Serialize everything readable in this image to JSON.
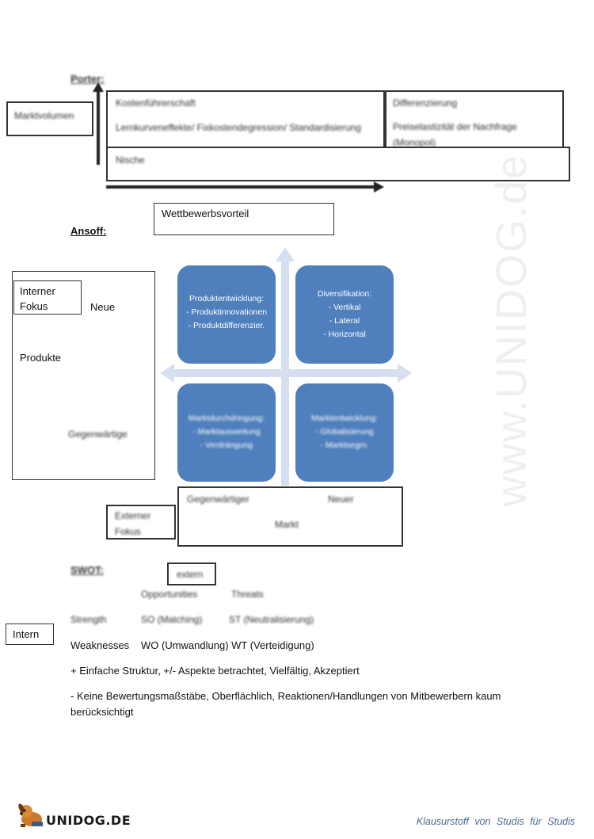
{
  "porter": {
    "heading": "Porter:",
    "marktvolumen": "Marktvolumen",
    "kostenfuehrerschaft": "Kostenführerschaft",
    "kosten_details": "Lernkurveneffekte/ Fixkostendegression/ Standardisierung",
    "differenzierung": "Differenzierung",
    "preiselastizitaet_1": "Preiselastizität der Nachfrage",
    "preiselastizitaet_2": "(Monopol)",
    "nische": "Nische",
    "wettbewerbsvorteil": "Wettbewerbsvorteil"
  },
  "ansoff": {
    "heading": "Ansoff:",
    "interner_1": "Interner",
    "interner_2": "Fokus",
    "neue": "Neue",
    "produkte": "Produkte",
    "gegenwaertige": "Gegenwärtige",
    "tiles": [
      {
        "title": "Produktentwicklung:",
        "l1": "- Produktinnovationen",
        "l2": "- Produktdifferenzier.",
        "l3": ""
      },
      {
        "title": "Diversifikation:",
        "l1": "- Vertikal",
        "l2": "- Lateral",
        "l3": "- Horizontal"
      },
      {
        "title": "Marktdurchdringung:",
        "l1": "- Marktausweitung",
        "l2": "- Verdrängung",
        "l3": ""
      },
      {
        "title": "Marktentwicklung:",
        "l1": "- Globalisierung",
        "l2": "- Marktsegm.",
        "l3": ""
      }
    ],
    "markt_gegenwaertiger": "Gegenwärtiger",
    "markt_neuer": "Neuer",
    "markt": "Markt",
    "externer_1": "Externer",
    "externer_2": "Fokus"
  },
  "swot": {
    "heading": "SWOT:",
    "extern": "extern",
    "opportunities": "Opportunities",
    "threats": "Threats",
    "strength": "Strength",
    "so": "SO (Matching)",
    "st": "ST (Neutralisierung)",
    "intern": "Intern",
    "weaknesses": "Weaknesses",
    "wo_wt": "WO (Umwandlung) WT (Verteidigung)",
    "plus": "+ Einfache Struktur, +/- Aspekte betrachtet, Vielfältig, Akzeptiert",
    "minus_1": "- Keine Bewertungsmaßstäbe, Oberflächlich, Reaktionen/Handlungen von Mitbewerbern kaum",
    "minus_2": "berücksichtigt"
  },
  "watermark": "www.UNIDOG.de",
  "footer": {
    "logo": "UNIDOG.DE",
    "tagline": "Klausurstoff von Studis für Studis"
  },
  "colors": {
    "tile": "#4f7fbd",
    "arrow": "#d5dff0",
    "footer_text": "#4d6c94"
  }
}
